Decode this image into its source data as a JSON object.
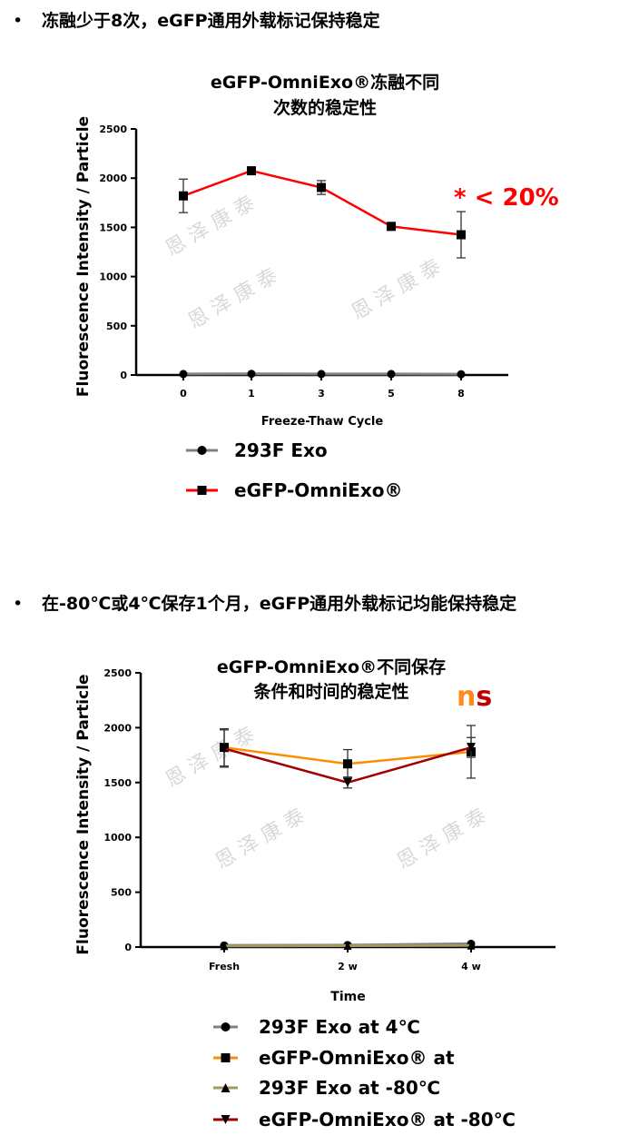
{
  "sections": [
    {
      "bullet": "•",
      "heading": "冻融少于8次，eGFP通用外载标记保持稳定"
    },
    {
      "bullet": "•",
      "heading": "在-80℃或4℃保存1个月，eGFP通用外载标记均能保持稳定"
    }
  ],
  "watermark": "恩 泽 康 泰",
  "chart_data": [
    {
      "type": "line",
      "title": [
        "eGFP-OmniExo®冻融不同",
        "次数的稳定性"
      ],
      "xlabel": "Freeze-Thaw Cycle",
      "ylabel": "Fluorescence Intensity / Particle",
      "categories": [
        "0",
        "1",
        "3",
        "5",
        "8"
      ],
      "ylim": [
        0,
        2500
      ],
      "yticks": [
        "0",
        "500",
        "1000",
        "1500",
        "2000",
        "2500"
      ],
      "annotation": {
        "text": "* < 20%",
        "color": "#ff0000"
      },
      "series": [
        {
          "name": "293F Exo",
          "color": "#808080",
          "marker": "circle",
          "values": [
            10,
            12,
            10,
            10,
            8
          ],
          "errors": [
            0,
            0,
            0,
            0,
            0
          ]
        },
        {
          "name": "eGFP-OmniExo®",
          "color": "#ff0000",
          "marker": "square",
          "values": [
            1820,
            2075,
            1905,
            1510,
            1425
          ],
          "errors": [
            170,
            0,
            70,
            0,
            235
          ]
        }
      ],
      "legend_position": "bottom-left"
    },
    {
      "type": "line",
      "title": [
        "eGFP-OmniExo®不同保存",
        "条件和时间的稳定性"
      ],
      "xlabel": "Time",
      "ylabel": "Fluorescence Intensity / Particle",
      "categories": [
        "Fresh",
        "2 w",
        "4 w"
      ],
      "ylim": [
        0,
        2500
      ],
      "yticks": [
        "0",
        "500",
        "1000",
        "1500",
        "2000",
        "2500"
      ],
      "annotation": {
        "text_a": "n",
        "text_b": "s",
        "color_a": "#ff8c1a",
        "color_b": "#c00000"
      },
      "series": [
        {
          "name": "293F Exo at 4℃",
          "color": "#808080",
          "marker": "circle",
          "values": [
            15,
            18,
            30
          ],
          "errors": [
            0,
            0,
            0
          ]
        },
        {
          "name": "eGFP-OmniExo® at",
          "color": "#ff8c00",
          "marker": "square",
          "values": [
            1820,
            1670,
            1780
          ],
          "errors": [
            170,
            130,
            240
          ]
        },
        {
          "name": "293F Exo at -80℃",
          "color": "#a09a60",
          "marker": "triangle-up",
          "values": [
            10,
            12,
            15
          ],
          "errors": [
            0,
            0,
            0
          ]
        },
        {
          "name": "eGFP-OmniExo® at -80℃",
          "color": "#a00000",
          "marker": "triangle-down",
          "values": [
            1810,
            1500,
            1820
          ],
          "errors": [
            170,
            50,
            90
          ]
        }
      ],
      "legend_position": "bottom-left"
    }
  ]
}
